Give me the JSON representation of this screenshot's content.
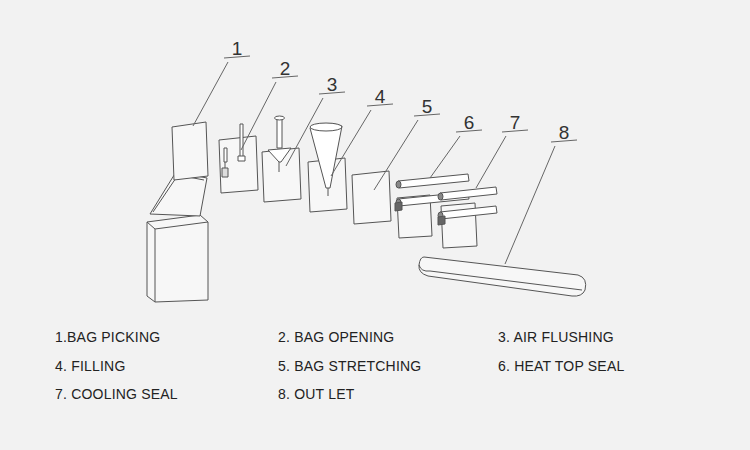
{
  "diagram": {
    "labels": [
      "1",
      "2",
      "3",
      "4",
      "5",
      "6",
      "7",
      "8",
      "1.BAG PICKING",
      "2. BAG OPENING",
      "3. AIR FLUSHING",
      "4. FILLING",
      "5. BAG STRETCHING",
      "6. HEAT TOP SEAL",
      "7. COOLING SEAL",
      "8. OUT LET"
    ]
  }
}
